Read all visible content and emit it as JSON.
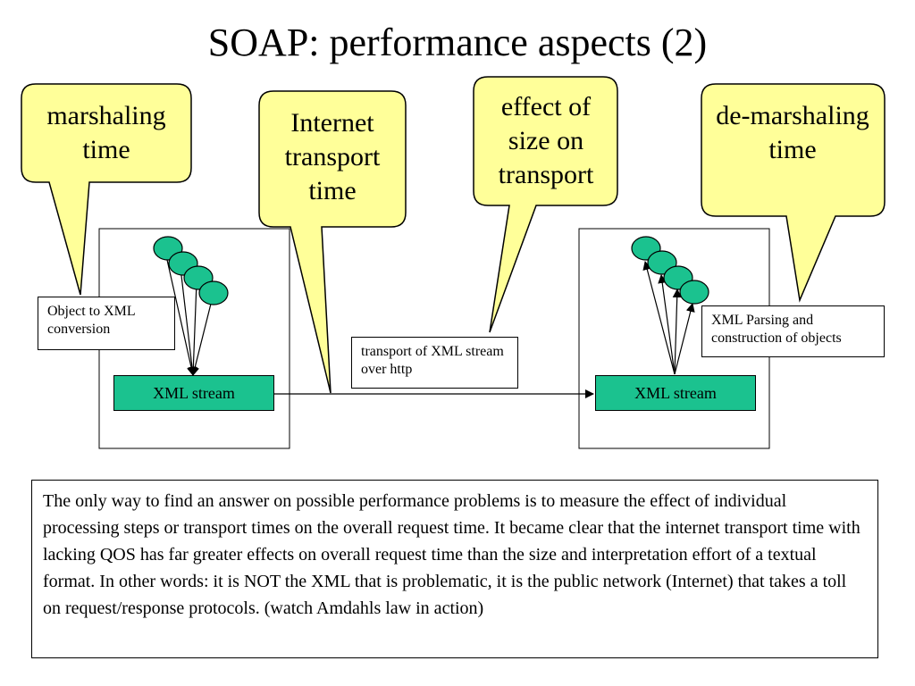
{
  "title": "SOAP: performance aspects (2)",
  "callouts": {
    "marshaling": "marshaling time",
    "internet": "Internet transport time",
    "size": "effect of size on transport",
    "demarshaling": "de-marshaling time"
  },
  "labels": {
    "object_to_xml": "Object to XML conversion",
    "transport": "transport of XML stream over http",
    "xml_parsing": "XML Parsing and construction of objects"
  },
  "left_stream": "XML stream",
  "right_stream": "XML stream",
  "note": "The only way to find an answer on possible performance problems is to measure the effect of individual processing steps or transport times on the overall request time. It became clear that the internet transport time with lacking QOS has far greater effects on overall request time than the size and interpretation effort of a textual format. In other words: it is NOT the XML that is problematic, it is the public network (Internet) that takes a toll on request/response protocols. (watch Amdahls  law in action)",
  "colors": {
    "callout_fill": "#ffff99",
    "node_fill": "#1bc28f",
    "stroke": "#000000"
  }
}
